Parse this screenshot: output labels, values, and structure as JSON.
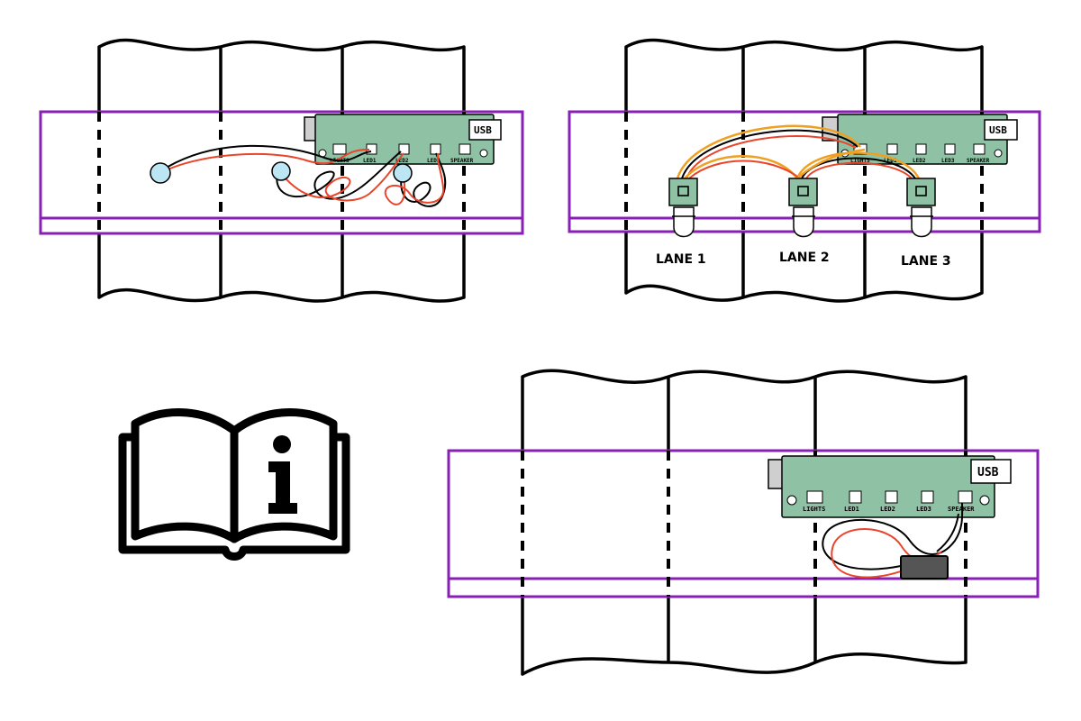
{
  "panels": {
    "top_left": {
      "board": {
        "usb": "USB",
        "ports": [
          "LIGHTS",
          "LED1",
          "LED2",
          "LED3",
          "SPEAKER"
        ]
      }
    },
    "top_right": {
      "board": {
        "usb": "USB",
        "ports": [
          "LIGHTS",
          "LED1",
          "LED2",
          "LED3",
          "SPEAKER"
        ]
      },
      "lanes": [
        "LANE 1",
        "LANE 2",
        "LANE 3"
      ]
    },
    "bottom": {
      "board": {
        "usb": "USB",
        "ports": [
          "LIGHTS",
          "LED1",
          "LED2",
          "LED3",
          "SPEAKER"
        ]
      }
    }
  },
  "icons": {
    "manual": "info-manual-icon"
  },
  "colors": {
    "rail": "#8a1fb5",
    "pcb": "#8fc1a4",
    "wire_red": "#e8452a",
    "wire_black": "#000000",
    "wire_orange": "#f0a020",
    "sensor": "#bde6f5"
  }
}
